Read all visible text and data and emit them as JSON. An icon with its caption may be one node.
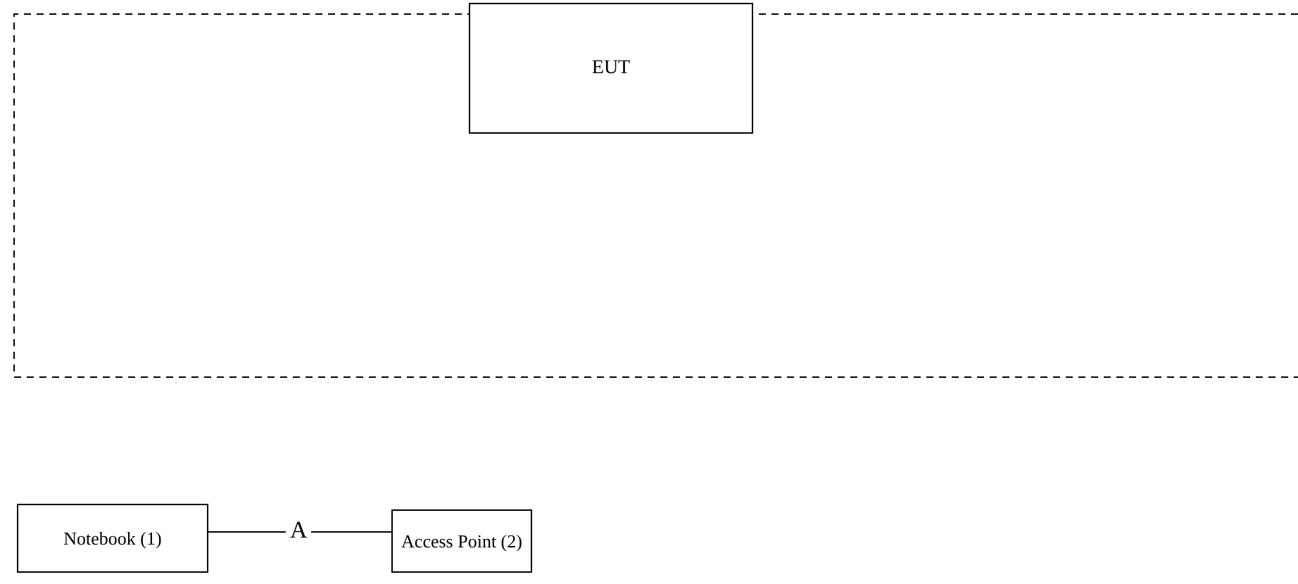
{
  "diagram": {
    "nodes": [
      {
        "text": [
          "EUT"
        ]
      },
      {
        "text": [
          "Notebook (1)"
        ]
      },
      {
        "text": [
          "Access Point (2)"
        ]
      }
    ],
    "edges": [
      {
        "from": 1,
        "to": 2,
        "arrow": "none",
        "label": "A"
      }
    ]
  }
}
